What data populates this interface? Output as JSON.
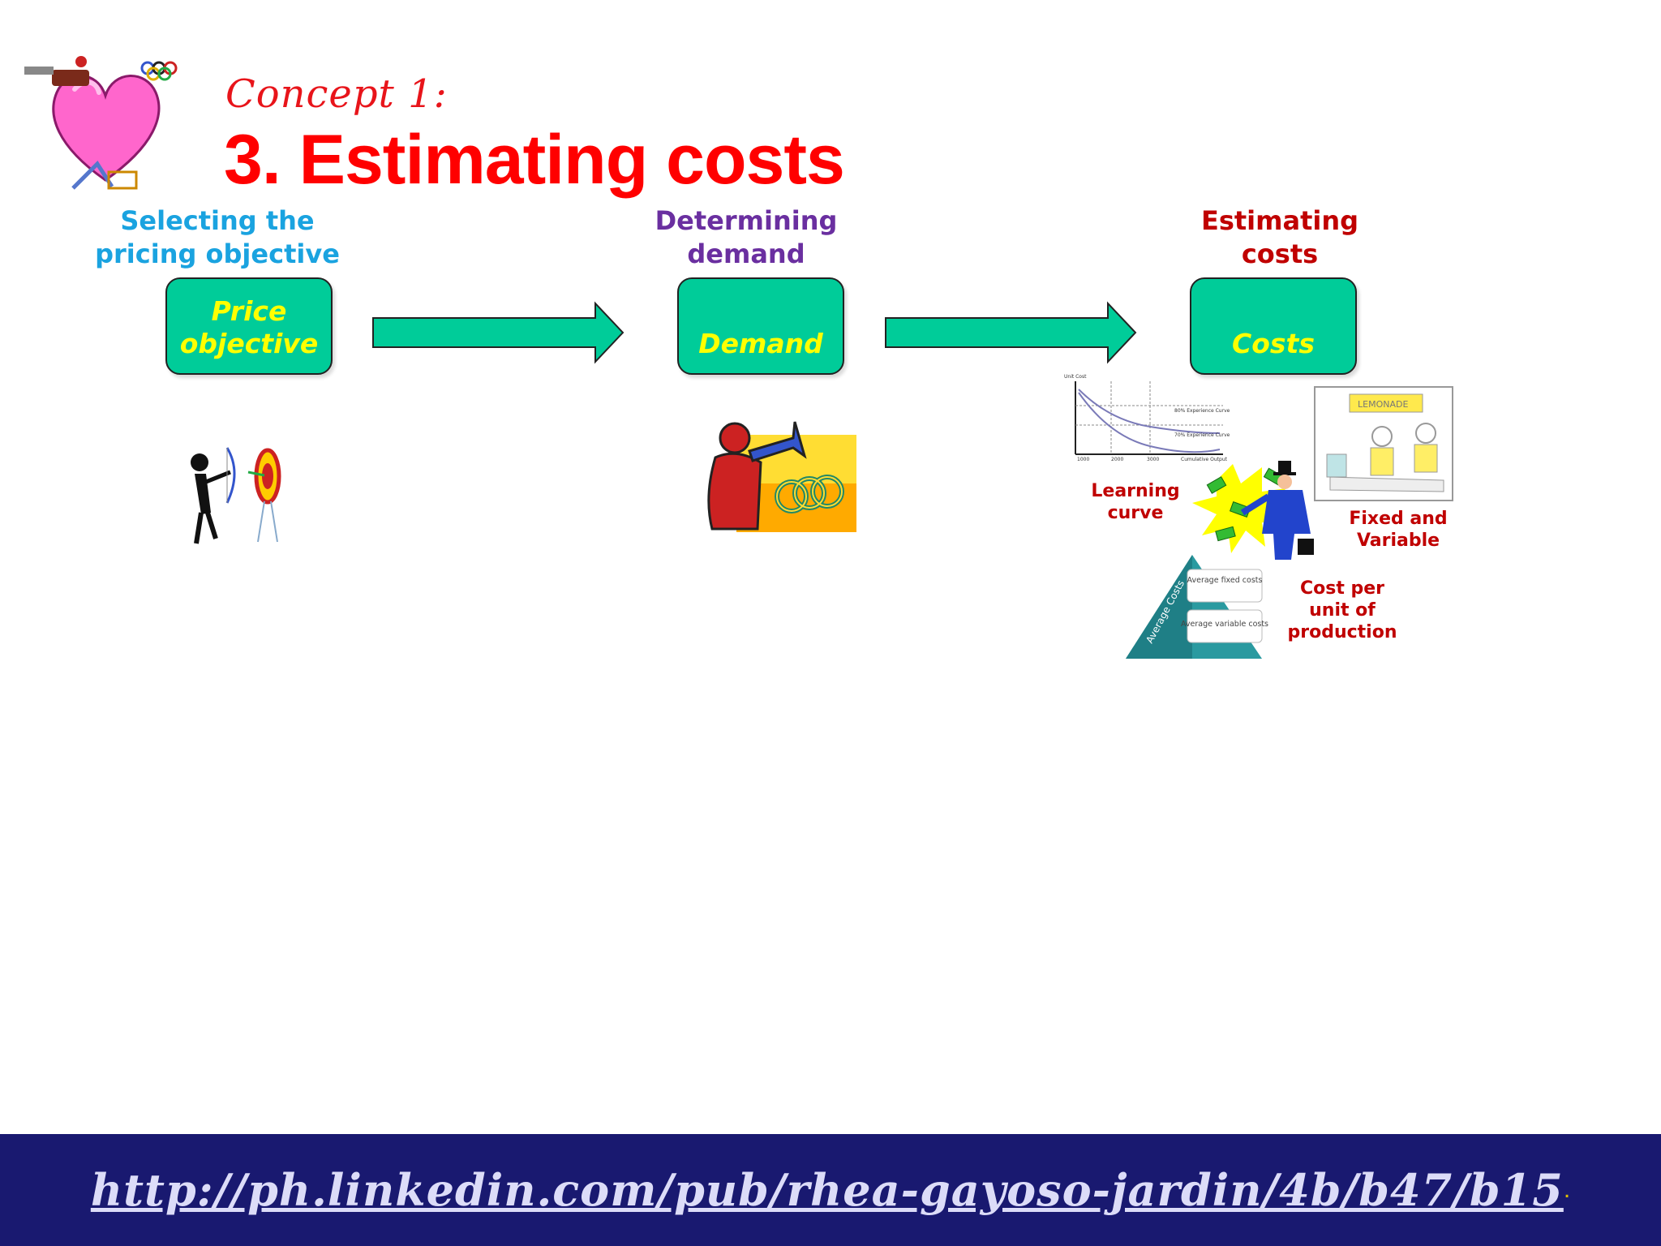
{
  "header": {
    "concept": "Concept 1:",
    "title": "3. Estimating costs"
  },
  "steps": [
    {
      "label_line1": "Selecting the",
      "label_line2": "pricing objective",
      "box_line1": "Price",
      "box_line2": "objective",
      "label_color": "#1aa3e0"
    },
    {
      "label_line1": "Determining",
      "label_line2": "demand",
      "box_line1": "",
      "box_line2": "Demand",
      "label_color": "#6a2fa0"
    },
    {
      "label_line1": "Estimating",
      "label_line2": "costs",
      "box_line1": "",
      "box_line2": "Costs",
      "label_color": "#c00000"
    }
  ],
  "cost_notes": {
    "learning_line1": "Learning",
    "learning_line2": "curve",
    "fixed_line1": "Fixed and",
    "fixed_line2": "Variable",
    "cpu_line1": "Cost per",
    "cpu_line2": "unit of",
    "cpu_line3": "production"
  },
  "learning_chart": {
    "ylabel": "Unit Cost",
    "xlabel": "Cumulative Output",
    "curve1": "80% Experience Curve",
    "curve2": "70% Experience Curve",
    "xticks": [
      "1000",
      "2000",
      "3000"
    ]
  },
  "pyramid": {
    "side_label": "Average Costs",
    "fixed": "Average fixed costs",
    "variable": "Average variable costs"
  },
  "lemonade_sign": "LEMONADE",
  "footer": {
    "url": "http://ph.linkedin.com/pub/rhea-gayoso-jardin/4b/b47/b15",
    "dot": "."
  },
  "colors": {
    "accent_green": "#00cc99",
    "title_red": "#ff0000",
    "box_text": "#ffff00",
    "footer_bg": "#191970"
  }
}
